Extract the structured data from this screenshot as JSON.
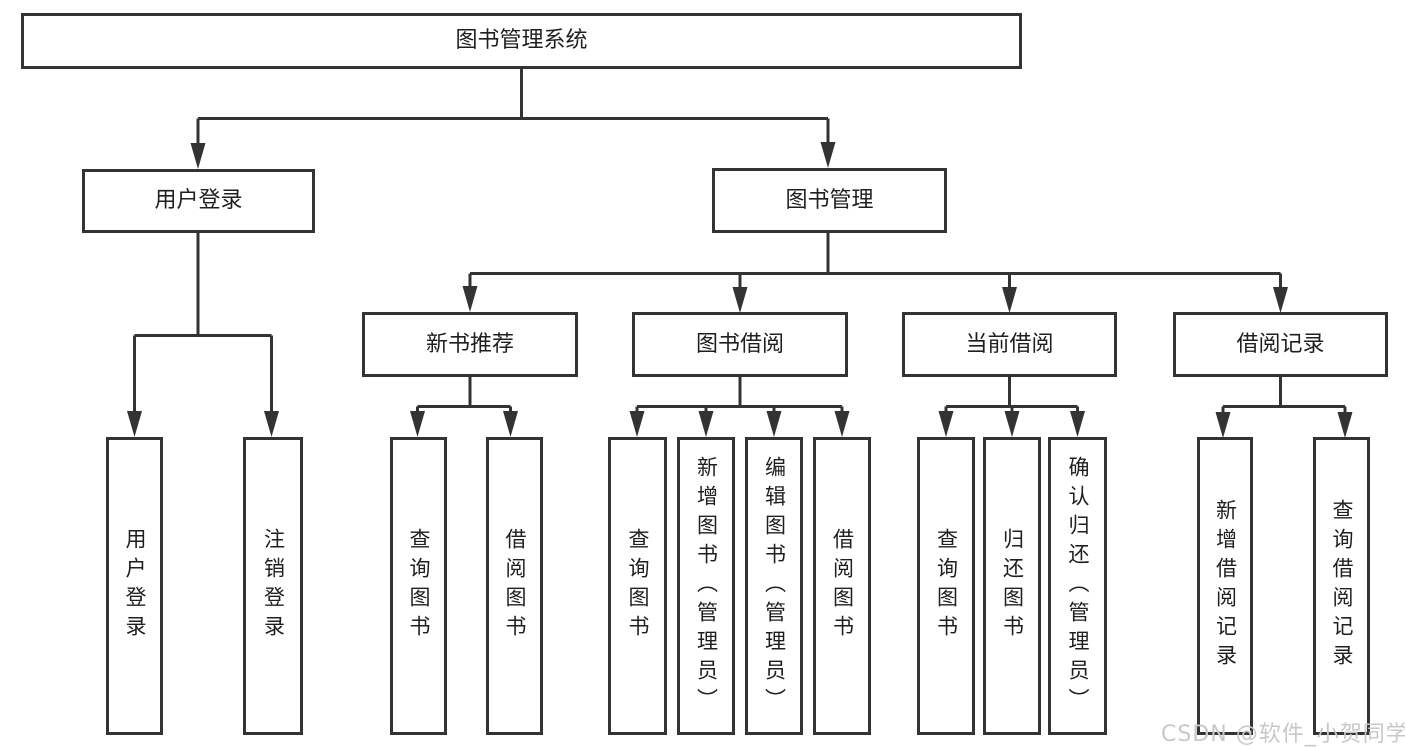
{
  "diagram": {
    "tree": {
      "label": "图书管理系统",
      "children": [
        {
          "label": "用户登录",
          "children": [
            {
              "label": "用户登录"
            },
            {
              "label": "注销登录"
            }
          ]
        },
        {
          "label": "图书管理",
          "children": [
            {
              "label": "新书推荐",
              "children": [
                {
                  "label": "查询图书"
                },
                {
                  "label": "借阅图书"
                }
              ]
            },
            {
              "label": "图书借阅",
              "children": [
                {
                  "label": "查询图书"
                },
                {
                  "label": "新增图书（管理员）"
                },
                {
                  "label": "编辑图书（管理员）"
                },
                {
                  "label": "借阅图书"
                }
              ]
            },
            {
              "label": "当前借阅",
              "children": [
                {
                  "label": "查询图书"
                },
                {
                  "label": "归还图书"
                },
                {
                  "label": "确认归还（管理员）"
                }
              ]
            },
            {
              "label": "借阅记录",
              "children": [
                {
                  "label": "新增借阅记录"
                },
                {
                  "label": "查询借阅记录"
                }
              ]
            }
          ]
        }
      ]
    },
    "watermark": "CSDN @软件_小贺同学",
    "colors": {
      "line": "#333333",
      "box_border": "#333333",
      "text": "#1f1f1f",
      "watermark": "#c8c8c8",
      "background": "#ffffff"
    }
  }
}
